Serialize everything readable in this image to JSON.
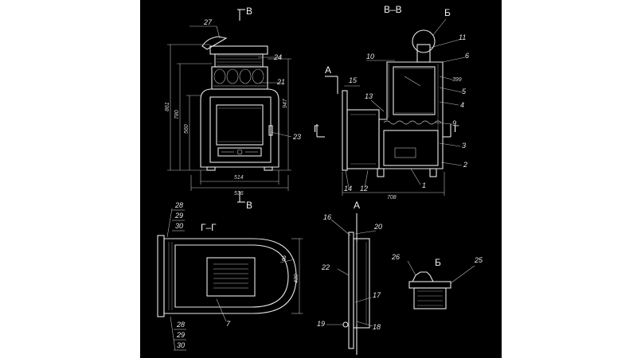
{
  "views": {
    "section_vv": "В–В",
    "section_gg": "Г–Г",
    "view_a": "А",
    "view_b": "Б",
    "cut_v": "В",
    "cut_g": "Г",
    "cut_a": "А"
  },
  "dimensions": {
    "total_height": "861",
    "body_height": "780",
    "door_height": "560",
    "inner_height": "947",
    "width_front": "514",
    "width_bottom": "536",
    "depth": "708",
    "upper": "399",
    "grate_width": "430"
  },
  "callouts": {
    "c1": "1",
    "c2": "2",
    "c3": "3",
    "c4": "4",
    "c5": "5",
    "c6": "6",
    "c7": "7",
    "c8": "8",
    "c9": "9",
    "c10": "10",
    "c11": "11",
    "c12": "12",
    "c13": "13",
    "c14": "14",
    "c15": "15",
    "c16": "16",
    "c17": "17",
    "c18": "18",
    "c19": "19",
    "c20": "20",
    "c21": "21",
    "c22": "22",
    "c23": "23",
    "c24": "24",
    "c25": "25",
    "c26": "26",
    "c27": "27",
    "c28": "28",
    "c29": "29",
    "c30": "30"
  },
  "colors": {
    "background": "#000000",
    "lines": "#e8e8e8",
    "page": "#ffffff"
  }
}
